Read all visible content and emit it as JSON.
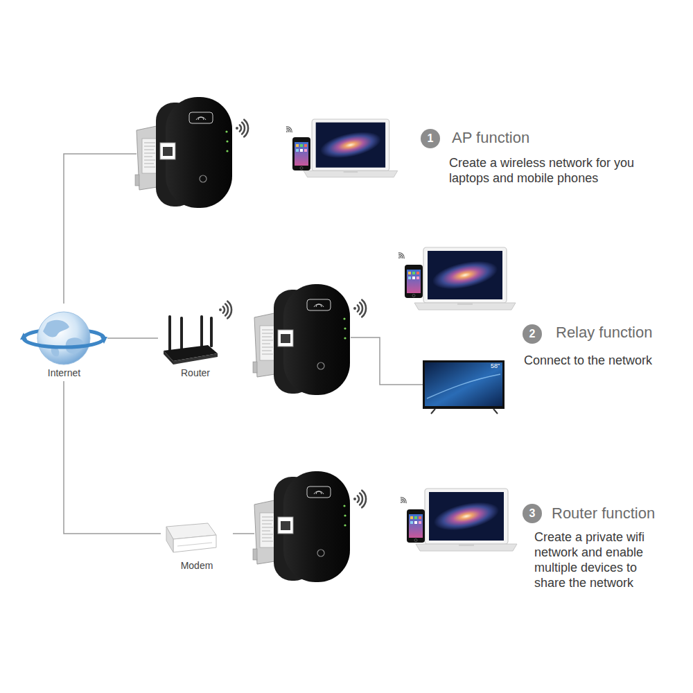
{
  "diagram": {
    "nodes": [
      {
        "text": [
          "1"
        ]
      },
      {
        "text": [
          "Internet"
        ]
      },
      {
        "text": [
          "Router"
        ]
      },
      {
        "text": [
          "2"
        ]
      },
      {
        "text": [
          "Modem"
        ]
      },
      {
        "text": [
          "3"
        ]
      }
    ],
    "edges": [
      {
        "from": 1,
        "to": 2,
        "arrow": "none"
      },
      {
        "from": 1,
        "to": 4,
        "arrow": "none"
      }
    ],
    "labels": [
      "AP function",
      "Create a wireless network for you laptops and mobile phones",
      "Relay function",
      "Connect to the network",
      "58\"",
      "Router function",
      "Create a private wifi network and enable multiple devices to share the network"
    ]
  }
}
